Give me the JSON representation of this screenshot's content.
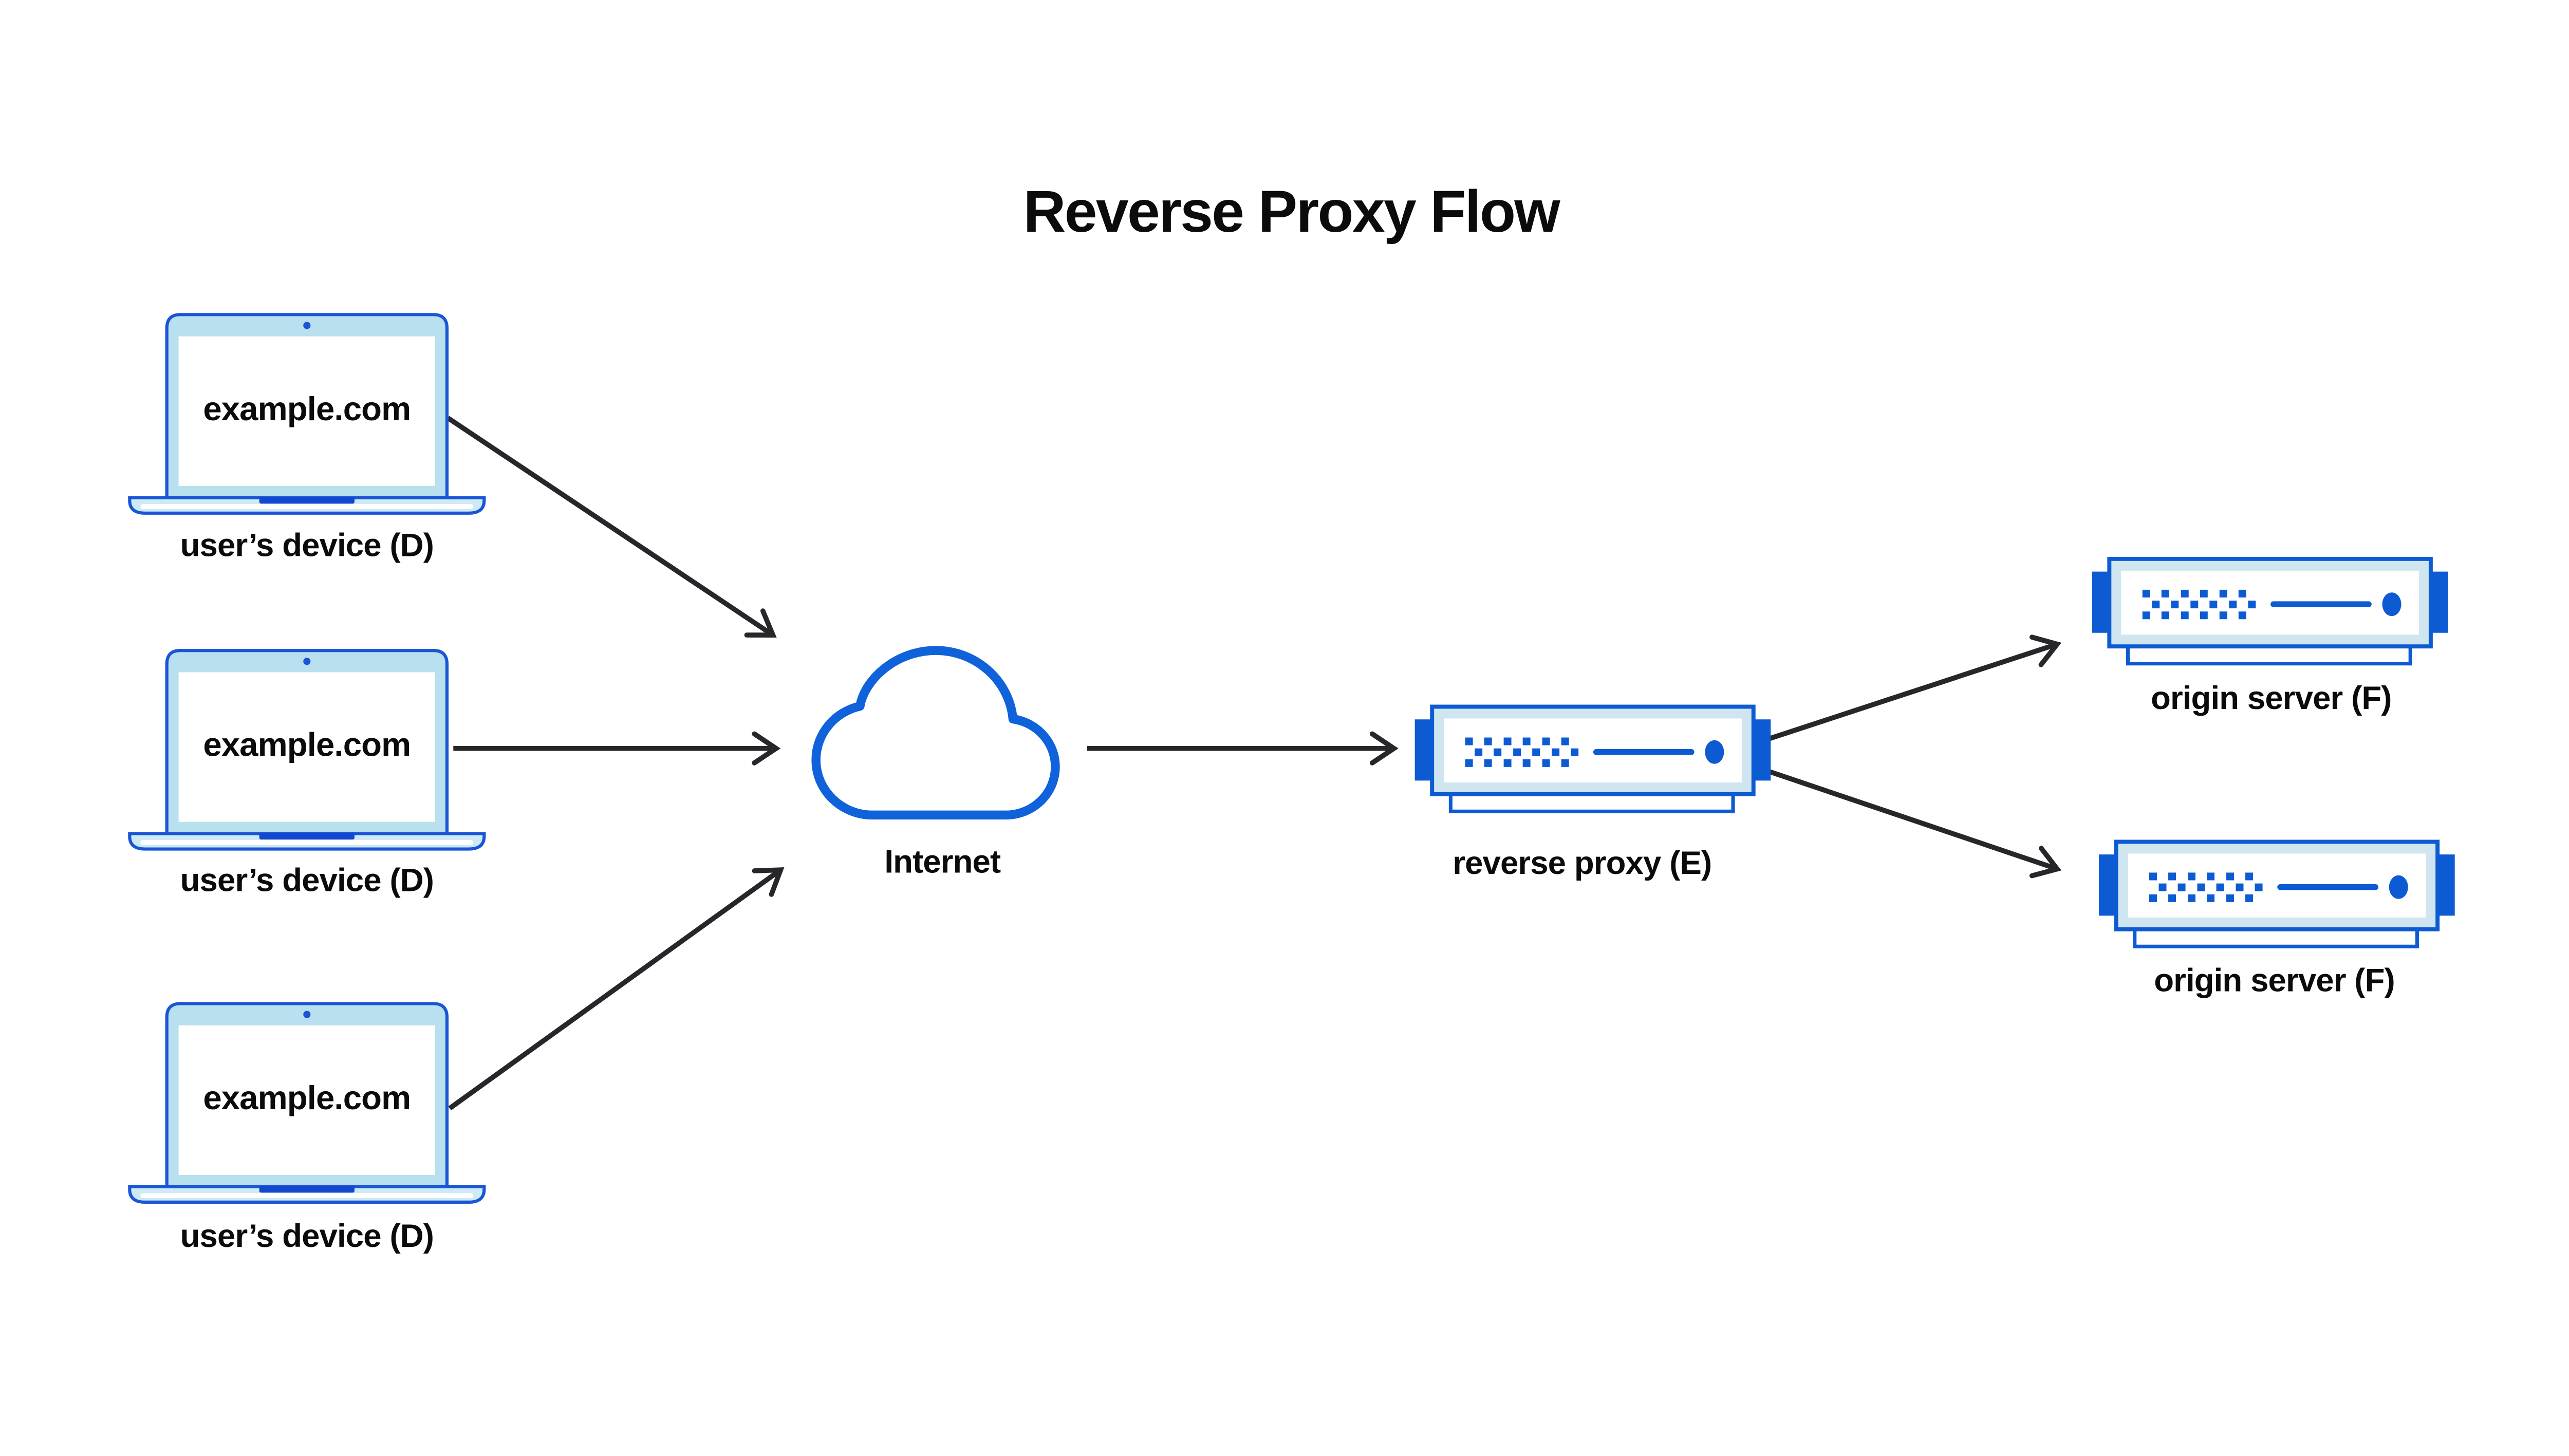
{
  "title": "Reverse Proxy Flow",
  "devices": [
    {
      "screen_label": "example.com",
      "caption": "user’s device (D)"
    },
    {
      "screen_label": "example.com",
      "caption": "user’s device (D)"
    },
    {
      "screen_label": "example.com",
      "caption": "user’s device (D)"
    }
  ],
  "internet": {
    "caption": "Internet"
  },
  "reverse_proxy": {
    "caption": "reverse proxy (E)"
  },
  "origin_servers": [
    {
      "caption": "origin server (F)"
    },
    {
      "caption": "origin server (F)"
    }
  ],
  "colors": {
    "laptop_blue": "#1a55d5",
    "server_blue": "#0d5bd3",
    "cloud_blue": "#0f62da",
    "laptop_fill": "#b9e0ee",
    "server_fill": "#cfe6f0",
    "arrow": "#25272a",
    "text": "#0b0b0c",
    "background": "#ffffff"
  }
}
